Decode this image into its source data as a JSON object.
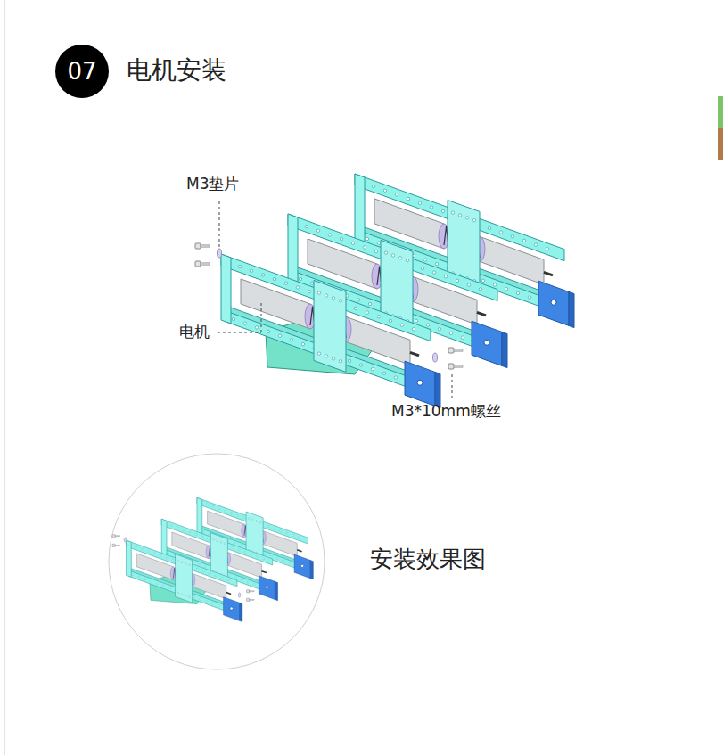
{
  "diagram": {
    "title": "电机安装",
    "nodes": [
      {
        "text": [
          "07"
        ]
      }
    ],
    "labels": [
      "M3垫片",
      "电机",
      "M3*10mm螺丝",
      "安装效果图"
    ]
  }
}
